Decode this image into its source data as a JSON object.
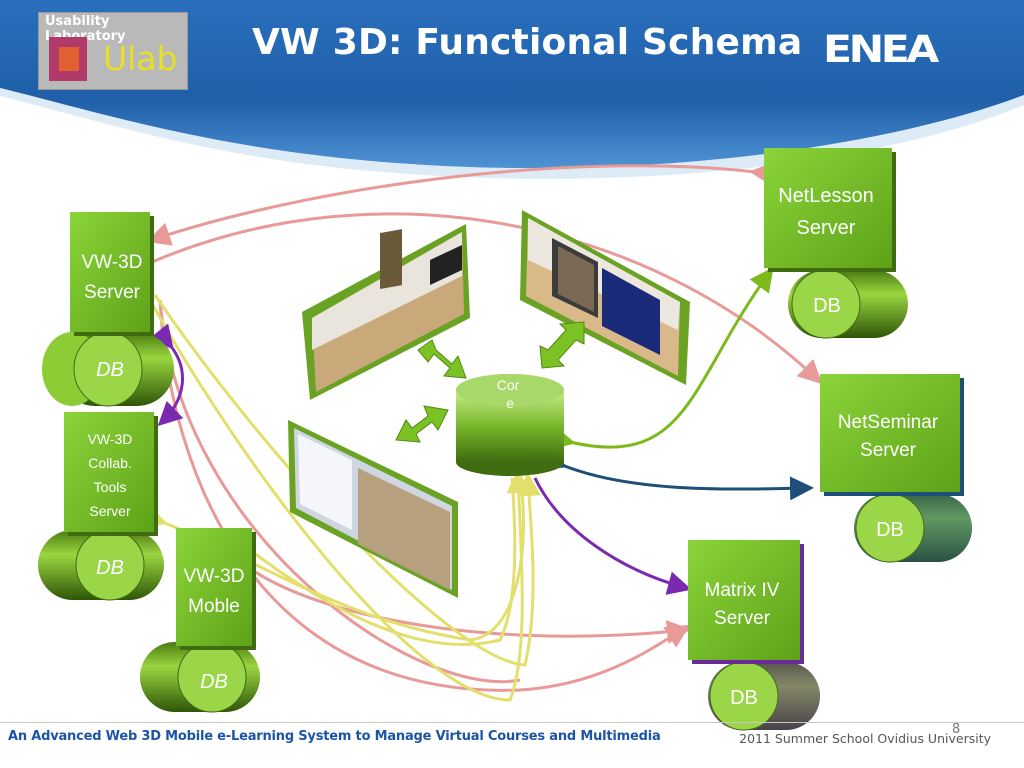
{
  "header": {
    "title": "VW 3D: Functional Schema",
    "logo_caption": "Usability Laboratory",
    "logo_text": "Ulab",
    "org_logo": "ENEA"
  },
  "nodes": {
    "netlesson": "NetLesson Server",
    "vw3d_server": "VW-3D Server",
    "netseminar": "NetSeminar Server",
    "collab": "VW-3D Collab. Tools Server",
    "mobile": "VW-3D Moble",
    "matrix": "Matrix IV Server",
    "core": "Core"
  },
  "db_label": "DB",
  "footer": {
    "left": "An Advanced Web 3D Mobile e-Learning System to Manage  Virtual Courses and Multimedia",
    "right": "2011 Summer School Ovidius University",
    "page_number": "8"
  },
  "colors": {
    "header_blue": "#1f5fa8",
    "server_green": "#77c225",
    "arrow_pink": "#e89a98",
    "arrow_yellow": "#e8e47a",
    "arrow_purple": "#8a3ab8",
    "arrow_teal": "#1e4f78",
    "arrow_green": "#7cba1c"
  }
}
